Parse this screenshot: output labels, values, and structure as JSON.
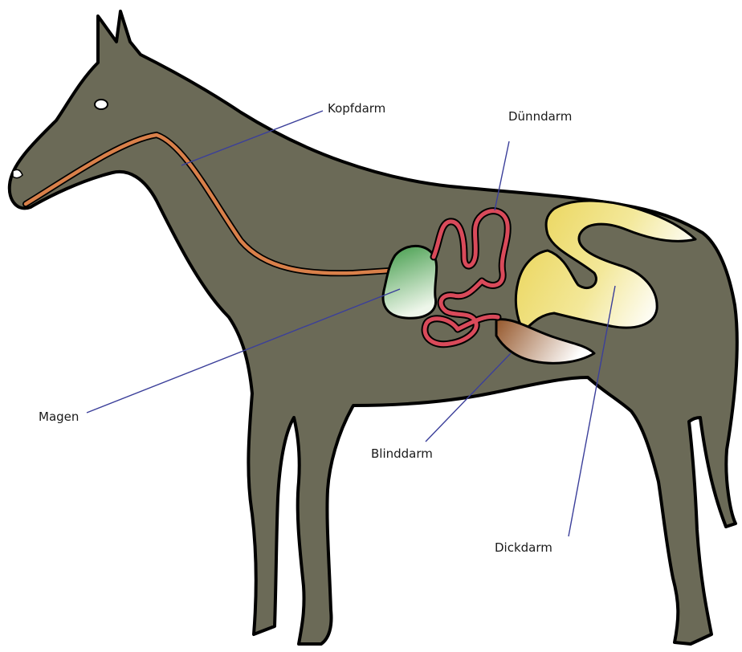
{
  "diagram": {
    "labels": {
      "kopfdarm": "Kopfdarm",
      "duenndarm": "Dünndarm",
      "magen": "Magen",
      "blinddarm": "Blinddarm",
      "dickdarm": "Dickdarm"
    },
    "colors": {
      "body": "#6b6a57",
      "outline": "#000000",
      "esophagus": "#d9804a",
      "stomach": "#3f9a47",
      "small_intestine": "#d94a5a",
      "cecum": "#9a5a2e",
      "large_intestine": "#e8d35a",
      "leader_line": "#3b3f9a"
    }
  }
}
